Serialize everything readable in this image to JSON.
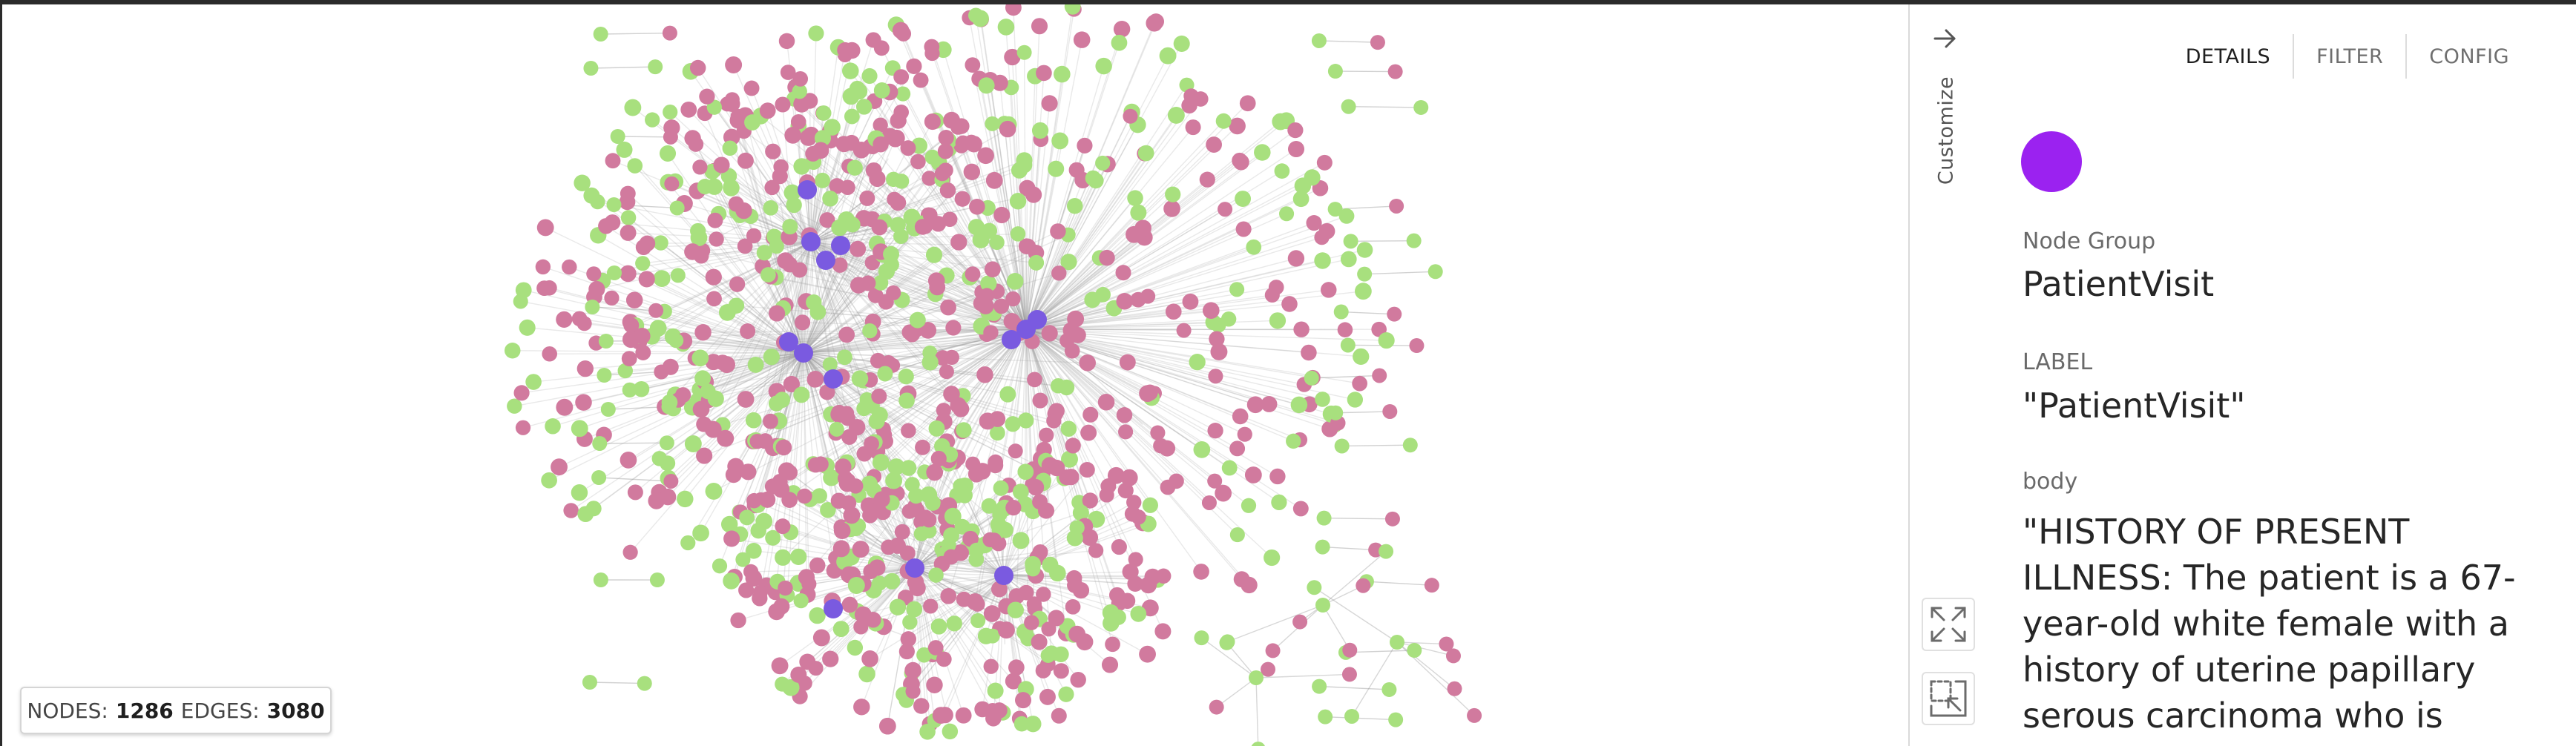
{
  "colors": {
    "visit_node": "#d17a9e",
    "entity_node": "#a8e07e",
    "hub_node": "#7a5ae0",
    "edge": "#9a9a9a",
    "selected_group": "#9b22f0"
  },
  "graph": {
    "stats": {
      "nodes_label": "NODES:",
      "nodes_count": "1286",
      "edges_label": "EDGES:",
      "edges_count": "3080"
    }
  },
  "customize": {
    "label": "Customize",
    "collapse_icon": "arrow-right-icon",
    "fit_icon": "expand-arrows-icon",
    "select_icon": "collapse-select-icon"
  },
  "panel": {
    "tabs": [
      {
        "label": "DETAILS",
        "active": true
      },
      {
        "label": "FILTER",
        "active": false
      },
      {
        "label": "CONFIG",
        "active": false
      }
    ],
    "node_group_label": "Node Group",
    "node_group_value": "PatientVisit",
    "label_label": "LABEL",
    "label_value": "\"PatientVisit\"",
    "body_label": "body",
    "body_value": "\"HISTORY OF PRESENT ILLNESS: The patient is a 67-year-old white female with a history of uterine papillary serous carcinoma who is"
  }
}
